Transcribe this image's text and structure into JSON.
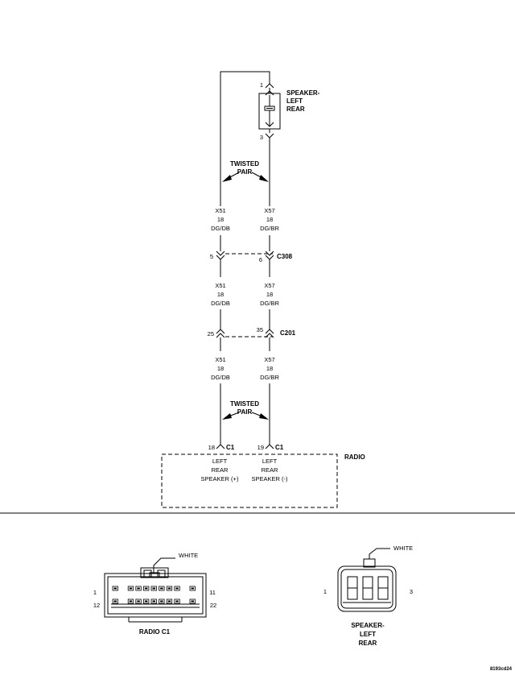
{
  "speaker": {
    "pin_top": "1",
    "pin_bottom": "3",
    "label_lines": [
      "SPEAKER-",
      "LEFT",
      "REAR"
    ]
  },
  "twisted_pair_top": [
    "TWISTED",
    "PAIR"
  ],
  "twisted_pair_bottom": [
    "TWISTED",
    "PAIR"
  ],
  "wire_left": {
    "circuit": "X51",
    "gauge": "18",
    "color": "DG/DB"
  },
  "wire_right": {
    "circuit": "X57",
    "gauge": "18",
    "color": "DG/BR"
  },
  "c308": {
    "name": "C308",
    "pin_left": "5",
    "pin_right": "6"
  },
  "c201": {
    "name": "C201",
    "pin_left": "25",
    "pin_right": "35"
  },
  "radio": {
    "label": "RADIO",
    "pin_left": "18",
    "pin_right": "19",
    "connector": "C1",
    "left_function": [
      "LEFT",
      "REAR",
      "SPEAKER (+)"
    ],
    "right_function": [
      "LEFT",
      "REAR",
      "SPEAKER (-)"
    ]
  },
  "radio_c1_view": {
    "title": "RADIO C1",
    "color": "WHITE",
    "pin_1": "1",
    "pin_11": "11",
    "pin_12": "12",
    "pin_22": "22"
  },
  "speaker_view": {
    "title_lines": [
      "SPEAKER-",
      "LEFT",
      "REAR"
    ],
    "color": "WHITE",
    "pin_1": "1",
    "pin_3": "3"
  },
  "figure_id": "8193cd24"
}
